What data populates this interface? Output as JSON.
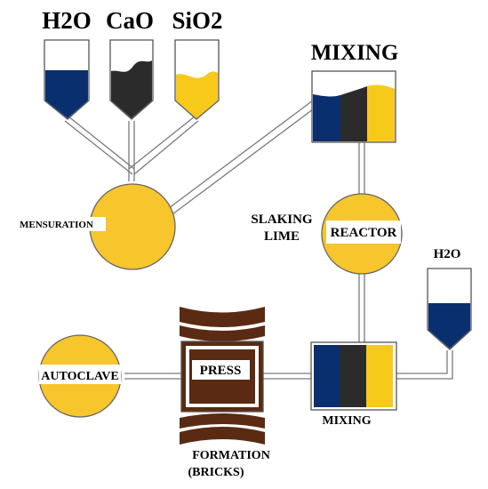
{
  "colors": {
    "water": "#0a2f6e",
    "lime": "#2b2b2b",
    "silica": "#f7c91b",
    "vessel": "#f7c52c",
    "brown": "#5a2a12",
    "line": "#666666"
  },
  "labels": {
    "h2o_top": "H2O",
    "cao": "CaO",
    "sio2": "SiO2",
    "mixing_top": "MIXING",
    "mensuration": "MENSURATION",
    "slaking_line1": "SLAKING",
    "slaking_line2": "LIME",
    "reactor": "REACTOR",
    "h2o_right": "H2O",
    "autoclave": "AUTOCLAVE",
    "press": "PRESS",
    "mixing_bottom": "MIXING",
    "formation_line1": "FORMATION",
    "formation_line2": "(BRICKS)"
  }
}
